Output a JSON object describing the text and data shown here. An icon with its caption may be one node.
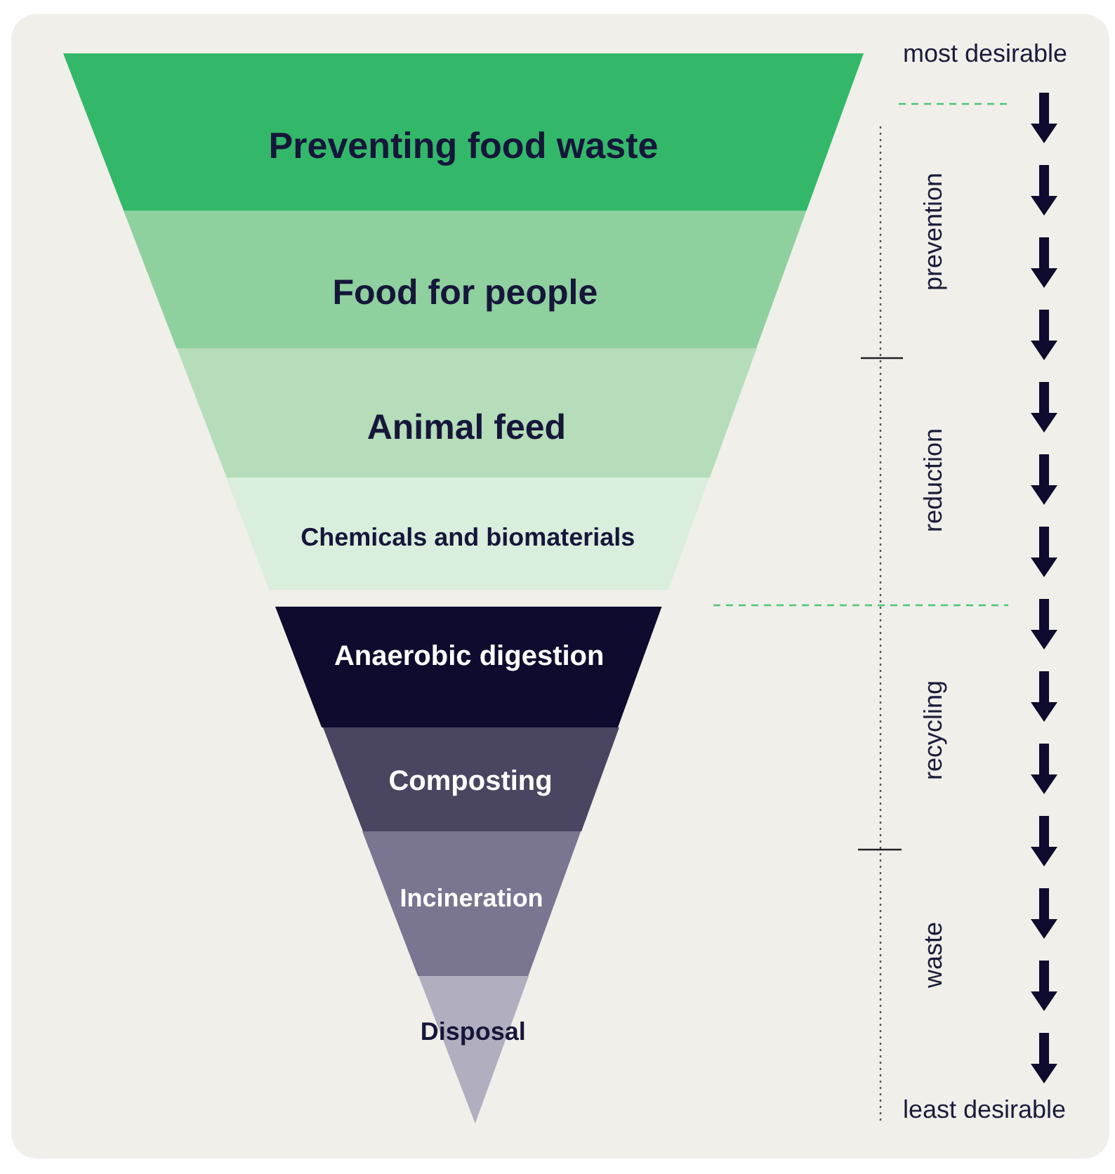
{
  "diagram": {
    "nodes": [
      {
        "text": [
          "Preventing food waste"
        ]
      },
      {
        "text": [
          "Food for people"
        ]
      },
      {
        "text": [
          "Animal feed"
        ]
      },
      {
        "text": [
          "Chemicals and biomaterials"
        ]
      },
      {
        "text": [
          "Anaerobic digestion"
        ]
      },
      {
        "text": [
          "Composting"
        ]
      },
      {
        "text": [
          "Incineration"
        ]
      },
      {
        "text": [
          "Disposal"
        ]
      }
    ],
    "edges": [],
    "labels": [
      "most desirable",
      "prevention",
      "reduction",
      "recycling",
      "waste",
      "least desirable"
    ]
  }
}
